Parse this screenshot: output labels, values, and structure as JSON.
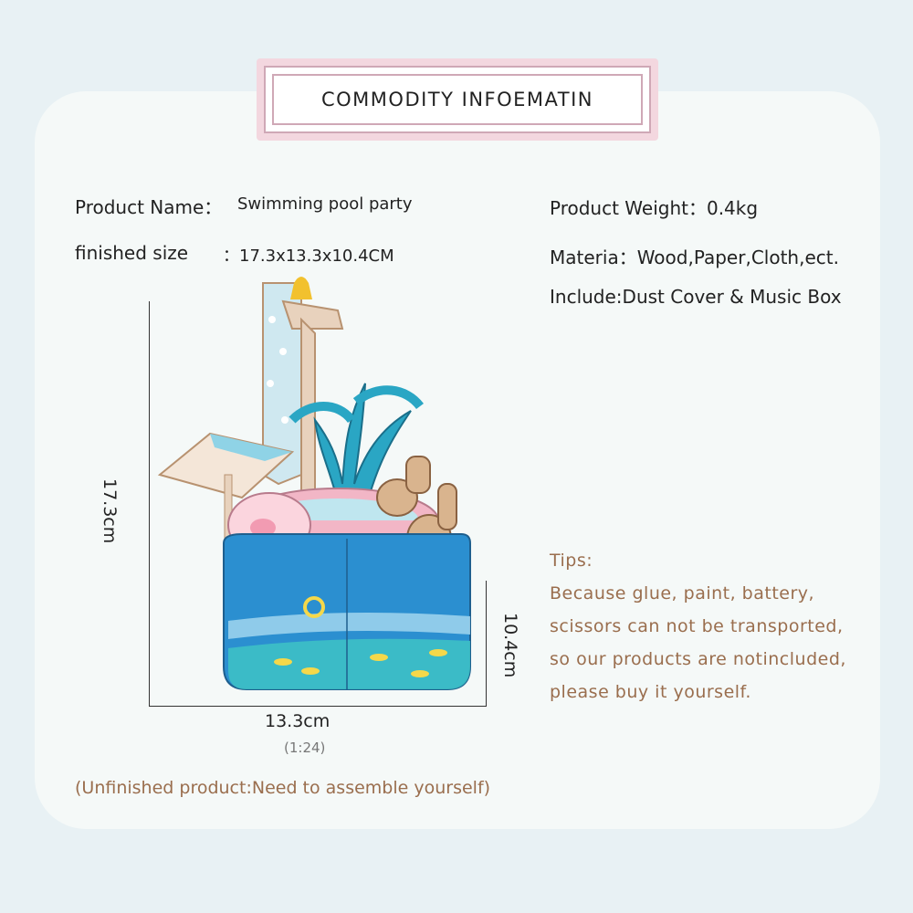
{
  "banner": {
    "title": "COMMODITY  INFOEMATIN"
  },
  "left_info": {
    "product_name_label": "Product Name：",
    "product_name_value": "Swimming pool party",
    "finished_size_label": "finished size",
    "finished_size_value": "：17.3x13.3x10.4CM"
  },
  "right_info": {
    "weight": "Product Weight：0.4kg",
    "material": "Materia：Wood,Paper,Cloth,ect.",
    "include": "Include:Dust Cover & Music Box"
  },
  "dimensions": {
    "height_total": "17.3cm",
    "height_base": "10.4cm",
    "width": "13.3cm",
    "scale": "(1:24)"
  },
  "tips": {
    "heading": "Tips:",
    "lines": [
      "Because glue, paint, battery,",
      "scissors can not be transported,",
      "so our products are notincluded,",
      "please buy it yourself."
    ]
  },
  "note": "(Unfinished product:Need to assemble yourself)",
  "colors": {
    "background": "#e8f1f4",
    "card": "#f5f9f8",
    "banner_border": "#cfa8b6",
    "tips_text": "#9a6e4e",
    "pool_blue": "#2b8fd0",
    "pool_pink": "#f2b6c6"
  }
}
